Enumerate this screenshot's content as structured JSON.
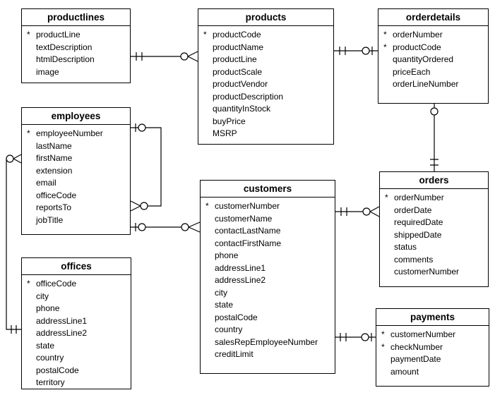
{
  "diagram": {
    "pk_marker": "*",
    "notation": "crows-foot",
    "line_color": "#000000",
    "background_color": "#ffffff",
    "tables": {
      "productlines": {
        "title": "productlines",
        "fields": [
          {
            "pk": true,
            "name": "productLine"
          },
          {
            "pk": false,
            "name": "textDescription"
          },
          {
            "pk": false,
            "name": "htmlDescription"
          },
          {
            "pk": false,
            "name": "image"
          }
        ]
      },
      "products": {
        "title": "products",
        "fields": [
          {
            "pk": true,
            "name": "productCode"
          },
          {
            "pk": false,
            "name": "productName"
          },
          {
            "pk": false,
            "name": "productLine"
          },
          {
            "pk": false,
            "name": "productScale"
          },
          {
            "pk": false,
            "name": "productVendor"
          },
          {
            "pk": false,
            "name": "productDescription"
          },
          {
            "pk": false,
            "name": "quantityInStock"
          },
          {
            "pk": false,
            "name": "buyPrice"
          },
          {
            "pk": false,
            "name": "MSRP"
          }
        ]
      },
      "orderdetails": {
        "title": "orderdetails",
        "fields": [
          {
            "pk": true,
            "name": "orderNumber"
          },
          {
            "pk": true,
            "name": "productCode"
          },
          {
            "pk": false,
            "name": "quantityOrdered"
          },
          {
            "pk": false,
            "name": "priceEach"
          },
          {
            "pk": false,
            "name": "orderLineNumber"
          }
        ]
      },
      "employees": {
        "title": "employees",
        "fields": [
          {
            "pk": true,
            "name": "employeeNumber"
          },
          {
            "pk": false,
            "name": "lastName"
          },
          {
            "pk": false,
            "name": "firstName"
          },
          {
            "pk": false,
            "name": "extension"
          },
          {
            "pk": false,
            "name": "email"
          },
          {
            "pk": false,
            "name": "officeCode"
          },
          {
            "pk": false,
            "name": "reportsTo"
          },
          {
            "pk": false,
            "name": "jobTitle"
          }
        ]
      },
      "orders": {
        "title": "orders",
        "fields": [
          {
            "pk": true,
            "name": "orderNumber"
          },
          {
            "pk": false,
            "name": "orderDate"
          },
          {
            "pk": false,
            "name": "requiredDate"
          },
          {
            "pk": false,
            "name": "shippedDate"
          },
          {
            "pk": false,
            "name": "status"
          },
          {
            "pk": false,
            "name": "comments"
          },
          {
            "pk": false,
            "name": "customerNumber"
          }
        ]
      },
      "customers": {
        "title": "customers",
        "fields": [
          {
            "pk": true,
            "name": "customerNumber"
          },
          {
            "pk": false,
            "name": "customerName"
          },
          {
            "pk": false,
            "name": "contactLastName"
          },
          {
            "pk": false,
            "name": "contactFirstName"
          },
          {
            "pk": false,
            "name": "phone"
          },
          {
            "pk": false,
            "name": "addressLine1"
          },
          {
            "pk": false,
            "name": "addressLine2"
          },
          {
            "pk": false,
            "name": "city"
          },
          {
            "pk": false,
            "name": "state"
          },
          {
            "pk": false,
            "name": "postalCode"
          },
          {
            "pk": false,
            "name": "country"
          },
          {
            "pk": false,
            "name": "salesRepEmployeeNumber"
          },
          {
            "pk": false,
            "name": "creditLimit"
          }
        ]
      },
      "offices": {
        "title": "offices",
        "fields": [
          {
            "pk": true,
            "name": "officeCode"
          },
          {
            "pk": false,
            "name": "city"
          },
          {
            "pk": false,
            "name": "phone"
          },
          {
            "pk": false,
            "name": "addressLine1"
          },
          {
            "pk": false,
            "name": "addressLine2"
          },
          {
            "pk": false,
            "name": "state"
          },
          {
            "pk": false,
            "name": "country"
          },
          {
            "pk": false,
            "name": "postalCode"
          },
          {
            "pk": false,
            "name": "territory"
          }
        ]
      },
      "payments": {
        "title": "payments",
        "fields": [
          {
            "pk": true,
            "name": "customerNumber"
          },
          {
            "pk": true,
            "name": "checkNumber"
          },
          {
            "pk": false,
            "name": "paymentDate"
          },
          {
            "pk": false,
            "name": "amount"
          }
        ]
      }
    },
    "relationships": [
      {
        "a": "productlines",
        "a_symbol": "double-bar",
        "b": "products",
        "b_symbol": "circle-crowfoot"
      },
      {
        "a": "products",
        "a_symbol": "double-bar",
        "b": "orderdetails",
        "b_symbol": "circle-bar"
      },
      {
        "a": "orderdetails",
        "a_symbol": "circle",
        "b": "orders",
        "b_symbol": "double-bar"
      },
      {
        "a": "employees",
        "a_symbol": "bar-circle",
        "b": "employees",
        "b_symbol": "crowfoot-circle"
      },
      {
        "a": "employees",
        "a_symbol": "circle-crowfoot",
        "b": "offices",
        "b_symbol": "double-bar"
      },
      {
        "a": "employees",
        "a_symbol": "bar-circle",
        "b": "customers",
        "b_symbol": "circle-crowfoot"
      },
      {
        "a": "customers",
        "a_symbol": "double-bar",
        "b": "orders",
        "b_symbol": "circle-crowfoot"
      },
      {
        "a": "customers",
        "a_symbol": "double-bar",
        "b": "payments",
        "b_symbol": "circle-bar"
      }
    ]
  }
}
